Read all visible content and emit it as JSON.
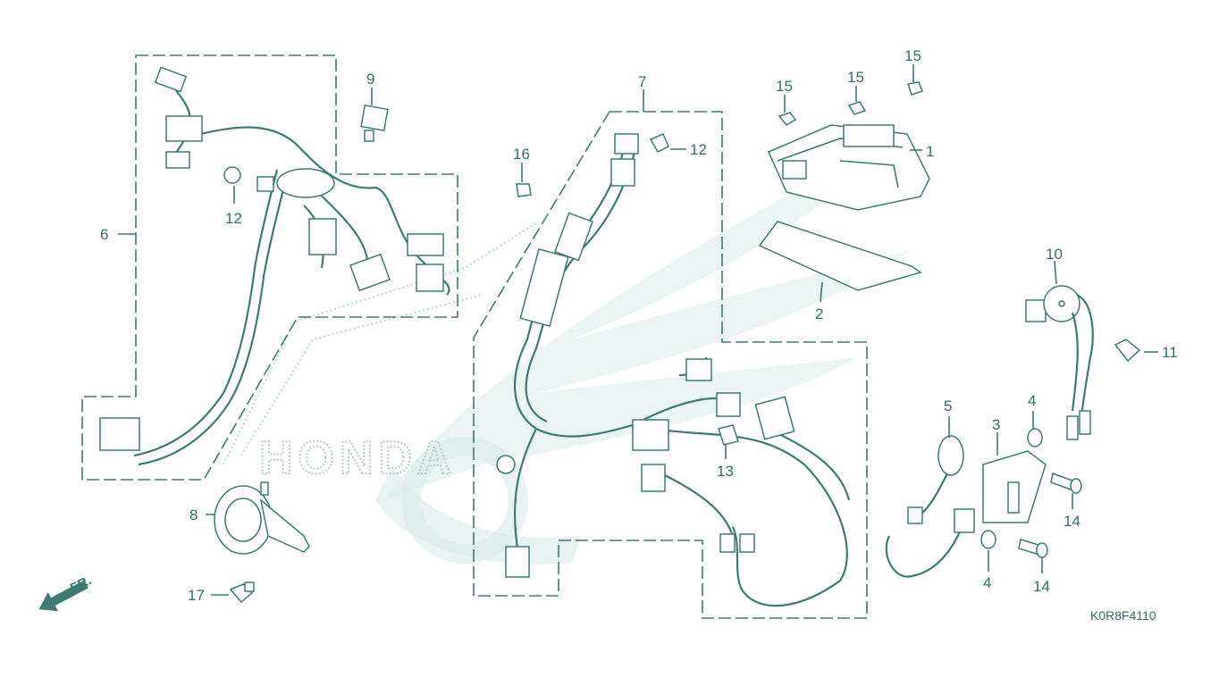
{
  "diagram": {
    "callouts": [
      {
        "id": "c1",
        "text": "1"
      },
      {
        "id": "c2",
        "text": "2"
      },
      {
        "id": "c3",
        "text": "3"
      },
      {
        "id": "c4a",
        "text": "4"
      },
      {
        "id": "c4b",
        "text": "4"
      },
      {
        "id": "c5",
        "text": "5"
      },
      {
        "id": "c6",
        "text": "6"
      },
      {
        "id": "c7",
        "text": "7"
      },
      {
        "id": "c8",
        "text": "8"
      },
      {
        "id": "c9",
        "text": "9"
      },
      {
        "id": "c10",
        "text": "10"
      },
      {
        "id": "c11",
        "text": "11"
      },
      {
        "id": "c12a",
        "text": "12"
      },
      {
        "id": "c12b",
        "text": "12"
      },
      {
        "id": "c13",
        "text": "13"
      },
      {
        "id": "c14a",
        "text": "14"
      },
      {
        "id": "c14b",
        "text": "14"
      },
      {
        "id": "c15a",
        "text": "15"
      },
      {
        "id": "c15b",
        "text": "15"
      },
      {
        "id": "c15c",
        "text": "15"
      },
      {
        "id": "c16",
        "text": "16"
      },
      {
        "id": "c17",
        "text": "17"
      }
    ],
    "front_arrow_label": "FR.",
    "watermark_text": "HONDA",
    "drawing_code": "K0R8F4110",
    "colors": {
      "line": "#3d7a72",
      "watermark": "#d8ebe7"
    }
  }
}
